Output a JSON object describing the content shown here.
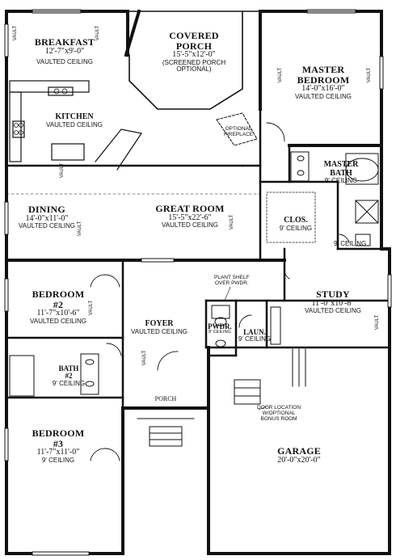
{
  "rooms": {
    "breakfast": {
      "name": "BREAKFAST",
      "dims": "12'-7\"x9'-0\"",
      "ceiling": "VAULTED CEILING"
    },
    "covered_porch": {
      "name_1": "COVERED",
      "name_2": "PORCH",
      "dims": "15'-5\"x12'-0\"",
      "note_1": "(SCREENED PORCH",
      "note_2": "OPTIONAL)"
    },
    "master_bedroom": {
      "name_1": "MASTER",
      "name_2": "BEDROOM",
      "dims": "14'-0\"x16'-0\"",
      "ceiling": "VAULTED CEILING"
    },
    "kitchen": {
      "name": "KITCHEN",
      "ceiling": "VAULTED CEILING"
    },
    "optional_fireplace": {
      "line_1": "OPTIONAL",
      "line_2": "FIREPLACE"
    },
    "master_bath": {
      "name_1": "MASTER",
      "name_2": "BATH",
      "ceiling": "9' CEILING"
    },
    "dining": {
      "name": "DINING",
      "dims": "14'-0\"x11'-0\"",
      "ceiling": "VAULTED CEILING"
    },
    "great_room": {
      "name": "GREAT ROOM",
      "dims": "15'-5\"x22'-6\"",
      "ceiling": "VAULTED CEILING"
    },
    "closet": {
      "name": "CLOS.",
      "ceiling": "9' CEILING"
    },
    "master_hall": {
      "ceiling": "9' CEILING"
    },
    "bedroom_2": {
      "name_1": "BEDROOM",
      "name_2": "#2",
      "dims": "11'-7\"x10'-6\"",
      "ceiling": "VAULTED CEILING"
    },
    "plant_shelf": {
      "line_1": "PLANT SHELF",
      "line_2": "OVER PWDR."
    },
    "study": {
      "name": "STUDY",
      "dims": "11'-0\"x10'-8\"",
      "ceiling": "VAULTED CEILING"
    },
    "foyer": {
      "name": "FOYER",
      "ceiling": "VAULTED CEILING"
    },
    "powder": {
      "name": "PWDR.",
      "ceiling": "8' CEILING"
    },
    "laundry": {
      "name": "LAUN.",
      "ceiling": "9' CEILING"
    },
    "bath_2": {
      "name_1": "BATH",
      "name_2": "#2",
      "ceiling": "9' CEILING"
    },
    "porch": {
      "name": "PORCH"
    },
    "door_note": {
      "line_1": "DOOR LOCATION",
      "line_2": "W/OPTIONAL",
      "line_3": "BONUS ROOM"
    },
    "bedroom_3": {
      "name_1": "BEDROOM",
      "name_2": "#3",
      "dims": "11'-7\"x11'-0\"",
      "ceiling": "9' CEILING"
    },
    "garage": {
      "name": "GARAGE",
      "dims": "20'-0\"x20'-0\""
    }
  },
  "vault_label": "VAULT"
}
